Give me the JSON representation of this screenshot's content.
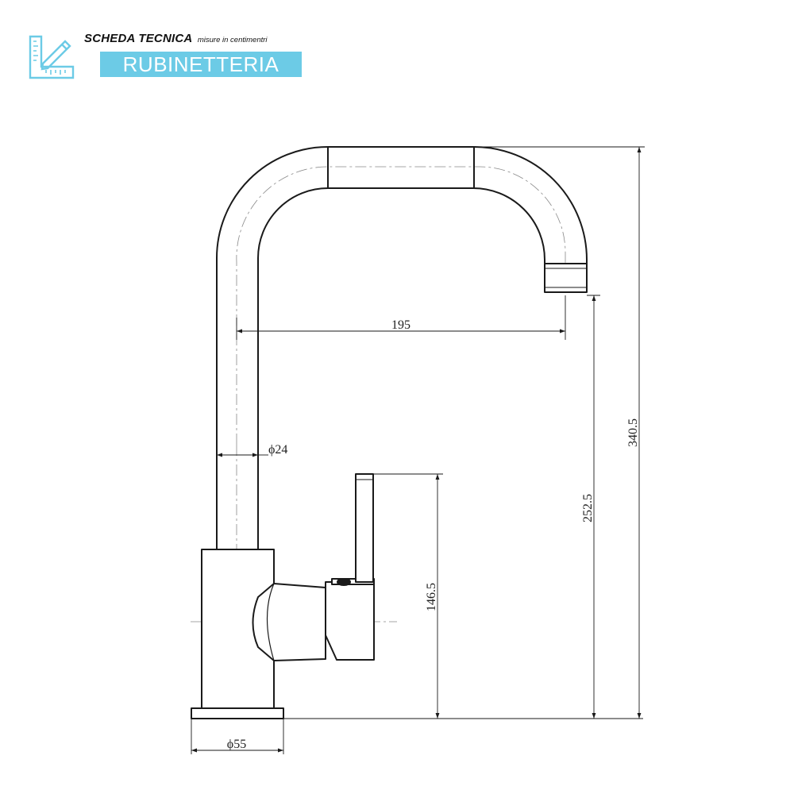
{
  "header": {
    "title": "SCHEDA TECNICA",
    "subtitle": "misure in centimentri",
    "category": "RUBINETTERIA"
  },
  "icon": {
    "name": "technical-drawing-icon",
    "color": "#6ccbe6"
  },
  "dimensions": {
    "spout_reach": "195",
    "tube_diameter": "ϕ24",
    "base_diameter": "ϕ55",
    "lever_height": "146.5",
    "spout_height": "252.5",
    "total_height": "340.5"
  },
  "colors": {
    "accent": "#6ccbe6",
    "line": "#1a1a1a"
  }
}
